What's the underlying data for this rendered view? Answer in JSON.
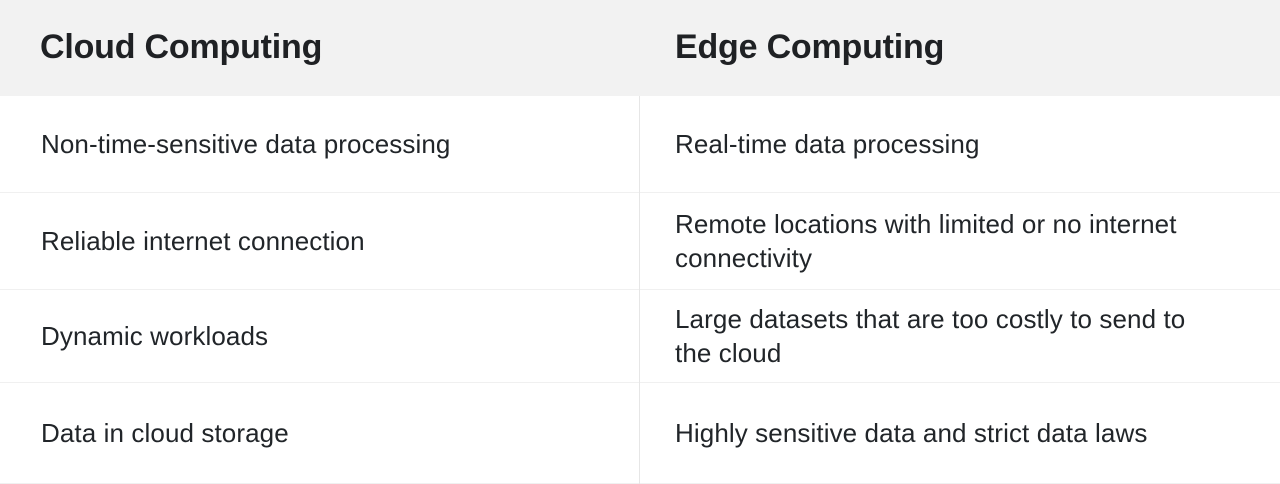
{
  "table": {
    "type": "comparison-table",
    "columns": [
      {
        "key": "cloud",
        "header": "Cloud Computing"
      },
      {
        "key": "edge",
        "header": "Edge Computing"
      }
    ],
    "rows": [
      {
        "cloud": "Non-time-sensitive data processing",
        "edge": "Real-time data processing"
      },
      {
        "cloud": "Reliable internet connection",
        "edge": "Remote locations with limited or no internet connectivity"
      },
      {
        "cloud": "Dynamic workloads",
        "edge": "Large datasets that are too costly to send to the cloud"
      },
      {
        "cloud": "Data in cloud storage",
        "edge": "Highly sensitive data and strict data laws"
      }
    ],
    "style": {
      "header_background": "#f2f2f2",
      "header_text_color": "#1f2124",
      "body_background": "#ffffff",
      "body_text_color": "#212529",
      "row_divider_color": "#f0f0f0",
      "column_divider_color": "#e6e6e6"
    }
  }
}
